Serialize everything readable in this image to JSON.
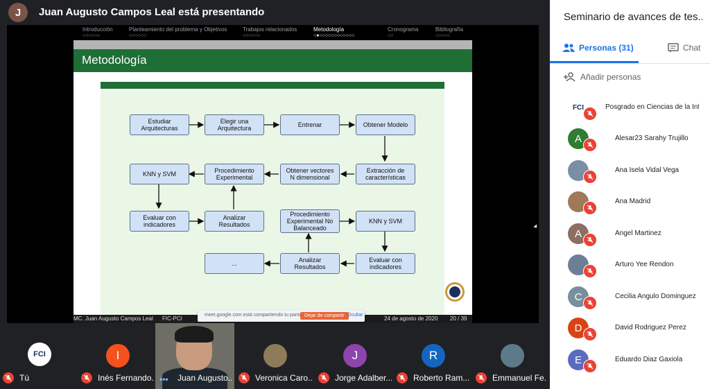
{
  "top_bar": {
    "avatar_letter": "J",
    "title": "Juan Augusto Campos Leal está presentando"
  },
  "beamer_nav": [
    {
      "label": "Introducción",
      "dots": "○○○○○○",
      "active": false
    },
    {
      "label": "Planteamiento del problema y Objetivos",
      "dots": "○○○○○○",
      "active": false
    },
    {
      "label": "Trabajos relacionados",
      "dots": "○○○○○○",
      "active": false
    },
    {
      "label": "Metodología",
      "dots": "○●○○○○○○○○○○○○",
      "active": true
    },
    {
      "label": "Cronograma",
      "dots": "○○",
      "active": false
    },
    {
      "label": "Bibliografía",
      "dots": "○○○○○",
      "active": false
    }
  ],
  "slide": {
    "title": "Metodología",
    "boxes": [
      "Estudiar\nArquitecturas",
      "Elegir una\nArquitectura",
      "Entrenar",
      "Obtener Modelo",
      "KNN y SVM",
      "Procedimiento\nExperimental",
      "Obtener vectores\nN dimensional",
      "Extracción de\ncaracterísticas",
      "Evaluar con\nindicadores",
      "Analizar\nResultados",
      "Procedimiento\nExperimental No\nBalanceado",
      "KNN y SVM",
      "...",
      "Analizar\nResultados",
      "Evaluar con\nindicadores"
    ],
    "footer": {
      "author": "MC. Juan Augusto Campos Leal",
      "institution": "FIC-PCI",
      "date": "24 de agosto de 2020",
      "page": "20 / 39"
    }
  },
  "share_bar": {
    "text": "meet.google.com está compartiendo tu pantalla.",
    "stop_label": "Dejar de compartir",
    "hide_label": "Ocultar"
  },
  "tiles": [
    {
      "name": "Tú",
      "letter": "FCI",
      "color": "#ffffff"
    },
    {
      "name": "Inés Fernando...",
      "letter": "I",
      "color": "#f4511e"
    },
    {
      "name": "Juan Augusto...",
      "letter": "",
      "color": "#6e6e66"
    },
    {
      "name": "Veronica Caro...",
      "letter": "",
      "color": "#8d7b5a"
    },
    {
      "name": "Jorge Adalber...",
      "letter": "J",
      "color": "#8e44ad"
    },
    {
      "name": "Roberto Ram...",
      "letter": "R",
      "color": "#1565c0"
    },
    {
      "name": "Emmanuel Fe...",
      "letter": "",
      "color": "#5c7a8a"
    }
  ],
  "panel": {
    "meeting_title": "Seminario de avances de tes...",
    "tab_people": "Personas (31)",
    "tab_chat": "Chat",
    "add_people": "Añadir personas",
    "people": [
      {
        "name": "Posgrado en Ciencias de la Inf...",
        "letter": "FCI",
        "color": "#ffffff"
      },
      {
        "name": "Alesar23 Sarahy Trujillo",
        "letter": "A",
        "color": "#2e7d32"
      },
      {
        "name": "Ana Isela Vidal Vega",
        "letter": "",
        "color": "#7a8fa6"
      },
      {
        "name": "Ana Madrid",
        "letter": "",
        "color": "#a0785a"
      },
      {
        "name": "Angel Martinez",
        "letter": "A",
        "color": "#8d6e63"
      },
      {
        "name": "Arturo Yee Rendon",
        "letter": "",
        "color": "#6d7f94"
      },
      {
        "name": "Cecilia Angulo Dominguez",
        "letter": "C",
        "color": "#78909c"
      },
      {
        "name": "David Rodriguez Perez",
        "letter": "D",
        "color": "#d84315"
      },
      {
        "name": "Eduardo Diaz Gaxiola",
        "letter": "E",
        "color": "#5c6bc0"
      }
    ]
  }
}
